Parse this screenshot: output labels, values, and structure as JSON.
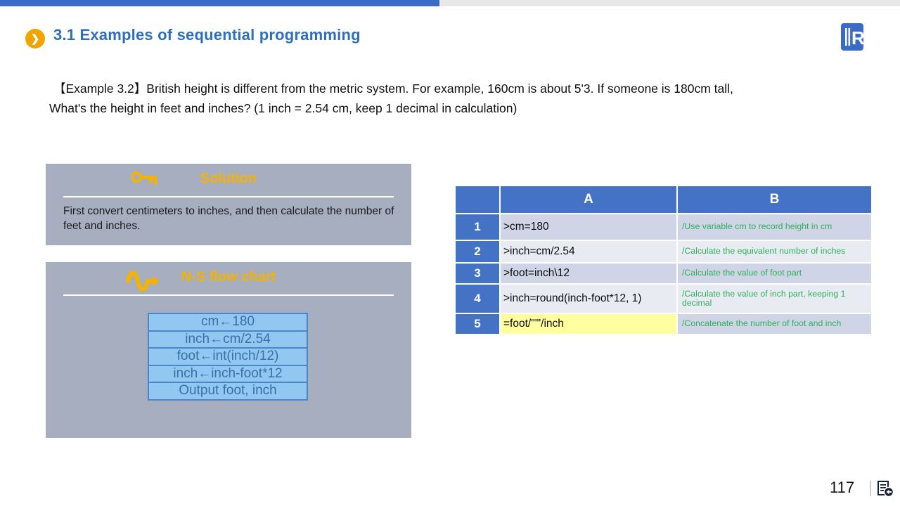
{
  "header": {
    "title": "3.1 Examples of sequential programming"
  },
  "icons": {
    "chevron": "❯",
    "names": [
      "chevron-circle-icon",
      "key-icon",
      "wave-arrow-icon",
      "logo-r-icon",
      "document-return-icon"
    ]
  },
  "example": {
    "line1": "【Example 3.2】British height is different from the metric system. For example, 160cm is about 5'3. If someone is 180cm tall,",
    "line2": "What's the height in feet and inches? (1 inch = 2.54 cm,  keep 1 decimal in calculation)"
  },
  "solution_box": {
    "title": "Solution",
    "body": "First convert centimeters to inches, and then calculate the number of feet and inches."
  },
  "ns_box": {
    "title": "N-S flow chart",
    "steps": [
      "cm←180",
      "inch←cm/2.54",
      "foot←int(inch/12)",
      "inch←inch-foot*12",
      "Output foot, inch"
    ]
  },
  "spreadsheet": {
    "columns": [
      "A",
      "B"
    ],
    "rows": [
      {
        "num": "1",
        "code": ">cm=180",
        "comment": "/Use variable cm to record height in cm"
      },
      {
        "num": "2",
        "code": ">inch=cm/2.54",
        "comment": "/Calculate the equivalent number of inches"
      },
      {
        "num": "3",
        "code": ">foot=inch\\12",
        "comment": "/Calculate the value of foot part"
      },
      {
        "num": "4",
        "code": ">inch=round(inch-foot*12, 1)",
        "comment": "/Calculate the value of inch part, keeping 1 decimal"
      },
      {
        "num": "5",
        "code": "=foot/\"'\"/inch",
        "comment": "/Concatenate the number of foot and inch"
      }
    ]
  },
  "footer": {
    "page": "117"
  },
  "colors": {
    "topbar_blue": "#3a6bc5",
    "topbar_gray": "#e8e8e8",
    "title_blue": "#2e6ebf",
    "accent_gold": "#f5b301",
    "box_gray": "#a6aebf",
    "flow_fill": "#92c7f1",
    "flow_border": "#4a86c8",
    "flow_text": "#3a6fa8",
    "table_header_blue": "#4472c4",
    "row_dark": "#cfd5e6",
    "row_light": "#e9ebf3",
    "highlight_yellow": "#ffffa0",
    "comment_green": "#2eaf5a"
  }
}
